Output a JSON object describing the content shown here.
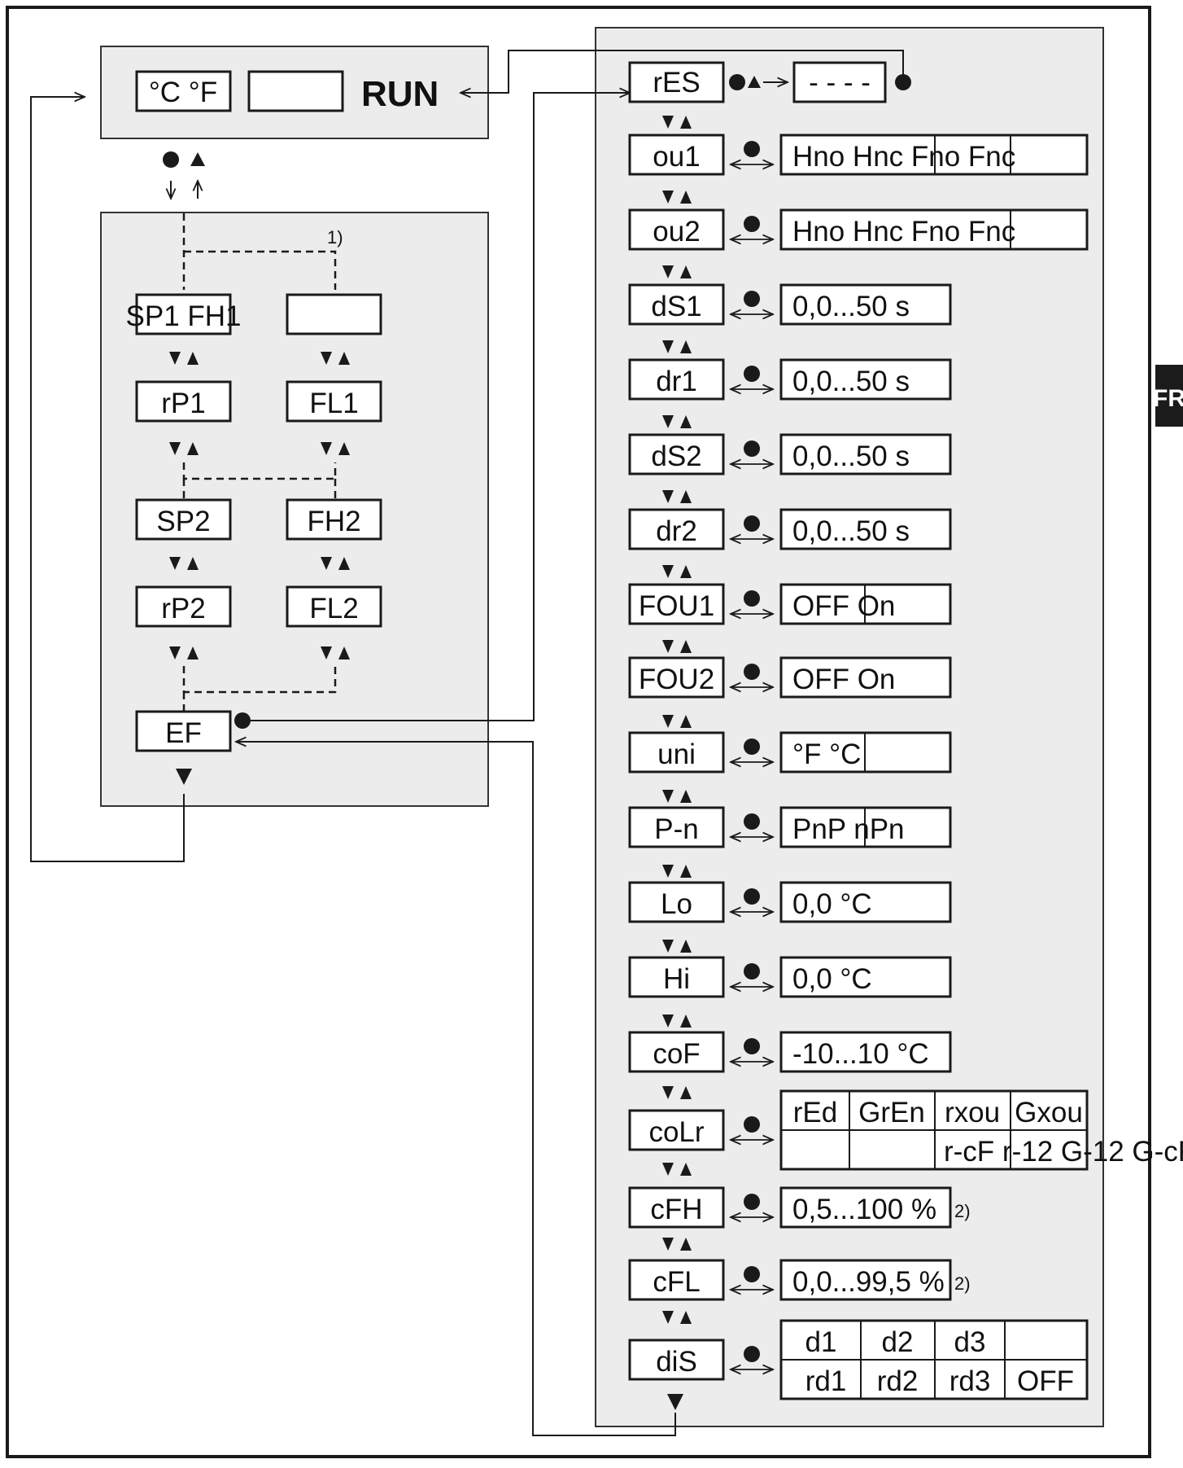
{
  "colors": {
    "panel": "#ececec",
    "line": "#1a1a1a",
    "tab": "#1b1b1b"
  },
  "page_tab": "FR",
  "run_screen": {
    "units": "°C °F",
    "status": "RUN"
  },
  "footnotes": {
    "one": "1)",
    "two": "2)"
  },
  "left_menu": {
    "sp1_fh1": "SP1 FH1",
    "rp1": "rP1",
    "fl1": "FL1",
    "sp2": "SP2",
    "fh2": "FH2",
    "rp2": "rP2",
    "fl2": "FL2",
    "ef": "EF"
  },
  "right_menu": {
    "res": {
      "label": "rES",
      "value": "- - - -"
    },
    "ou1": {
      "label": "ou1",
      "options": [
        "Hno",
        "Hnc",
        "Fno",
        "Fnc"
      ]
    },
    "ou2": {
      "label": "ou2",
      "options": [
        "Hno",
        "Hnc",
        "Fno",
        "Fnc"
      ]
    },
    "ds1": {
      "label": "dS1",
      "range": "0,0...50 s"
    },
    "dr1": {
      "label": "dr1",
      "range": "0,0...50 s"
    },
    "ds2": {
      "label": "dS2",
      "range": "0,0...50 s"
    },
    "dr2": {
      "label": "dr2",
      "range": "0,0...50 s"
    },
    "fou1": {
      "label": "FOU1",
      "options": [
        "OFF",
        "On"
      ]
    },
    "fou2": {
      "label": "FOU2",
      "options": [
        "OFF",
        "On"
      ]
    },
    "uni": {
      "label": "uni",
      "options": [
        "°F",
        "°C"
      ]
    },
    "pn": {
      "label": "P-n",
      "options": [
        "PnP",
        "nPn"
      ]
    },
    "lo": {
      "label": "Lo",
      "range": "0,0 °C"
    },
    "hi": {
      "label": "Hi",
      "range": "0,0 °C"
    },
    "cof": {
      "label": "coF",
      "range": "-10...10 °C"
    },
    "colr": {
      "label": "coLr",
      "options": [
        "rEd",
        "GrEn",
        "rxou",
        "Gxou",
        "r-cF",
        "r-12",
        "G-12",
        "G-cF"
      ]
    },
    "cfh": {
      "label": "cFH",
      "range": "0,5...100 %"
    },
    "cfl": {
      "label": "cFL",
      "range": "0,0...99,5 %"
    },
    "dis": {
      "label": "diS",
      "options": [
        "d1",
        "d2",
        "d3",
        "rd1",
        "rd2",
        "rd3",
        "OFF"
      ]
    }
  }
}
